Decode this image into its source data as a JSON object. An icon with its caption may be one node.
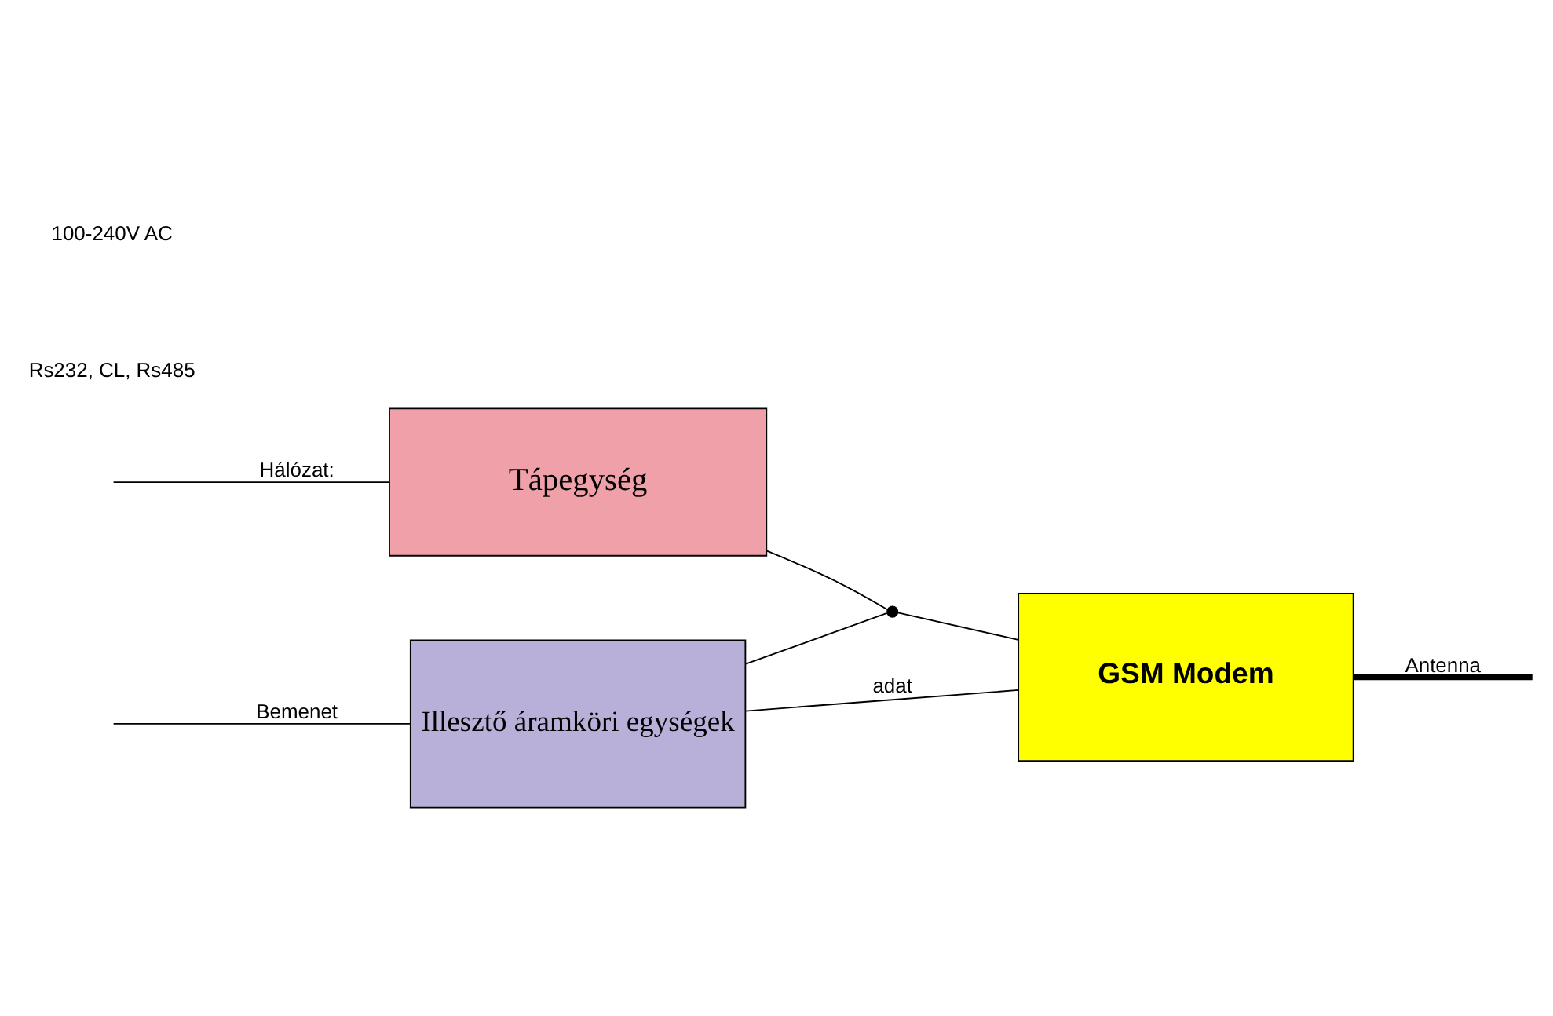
{
  "diagram": {
    "nodes": [
      {
        "text": [
          "Illesztő áramköri egységek"
        ]
      },
      {
        "text": [
          "GSM Modem"
        ]
      },
      {
        "text": [
          "Tápegység"
        ]
      },
      {
        "text": [],
        "shape": "circle"
      }
    ],
    "edges": [
      {
        "from": null,
        "to": 0,
        "arrow": "none",
        "label": "Bemenet"
      },
      {
        "from": 0,
        "to": 1,
        "arrow": "none",
        "label": "adat"
      },
      {
        "from": 0,
        "to": 3,
        "arrow": "none"
      },
      {
        "from": 3,
        "to": 1,
        "arrow": "none"
      },
      {
        "from": 2,
        "to": 3,
        "arrow": "none"
      },
      {
        "from": 1,
        "to": null,
        "arrow": "none",
        "label": "Antenna",
        "style": "thick"
      },
      {
        "from": null,
        "to": 2,
        "arrow": "none",
        "label": "Hálózat:"
      }
    ],
    "labels": [
      "Rs232, CL, Rs485",
      "100-240V AC"
    ]
  }
}
